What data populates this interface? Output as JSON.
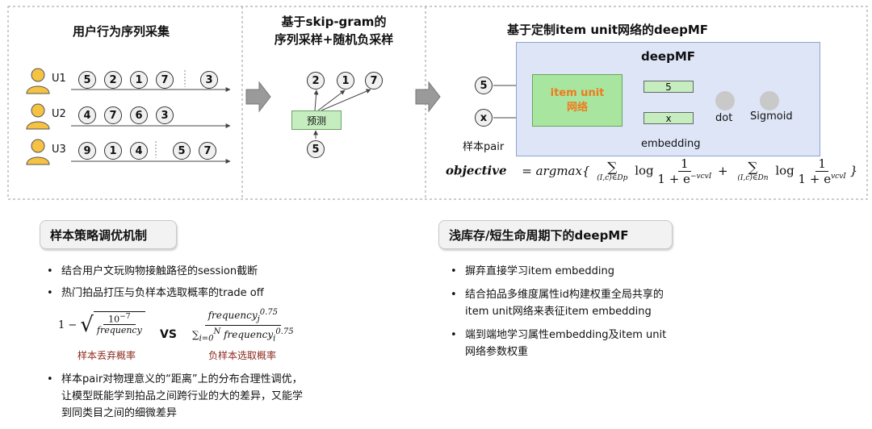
{
  "panels": {
    "collect_title": "用户行为序列采集",
    "skipgram_title_1": "基于skip-gram的",
    "skipgram_title_2": "序列采样+随机负采样",
    "deepmf_title": "基于定制item unit网络的deepMF"
  },
  "sequences": [
    {
      "user": "U1",
      "items": [
        "5",
        "2",
        "1",
        "7"
      ],
      "extra": [
        "3"
      ]
    },
    {
      "user": "U2",
      "items": [
        "4",
        "7",
        "6",
        "3"
      ],
      "extra": []
    },
    {
      "user": "U3",
      "items": [
        "9",
        "1",
        "4"
      ],
      "extra": [
        "5",
        "7"
      ]
    }
  ],
  "skipgram": {
    "context": [
      "2",
      "1",
      "7"
    ],
    "predict_label": "预测",
    "center": "5"
  },
  "deepmf": {
    "panel_label": "deepMF",
    "input_top": "5",
    "input_bottom": "x",
    "sample_label": "样本pair",
    "item_unit_line1": "item unit",
    "item_unit_line2": "网络",
    "emb_top": "5",
    "emb_bottom": "x",
    "embedding_label": "embedding",
    "dot_label": "dot",
    "sigmoid_label": "Sigmoid"
  },
  "formula": {
    "lhs": "objective",
    "argmax": "= argmax{",
    "sum1_sub": "(I,c)∈Dp",
    "sum2_sub": "(I,c)∈Dn",
    "log": "log",
    "one": "1",
    "den1": "1 + e",
    "den1_sup": "−vcvI",
    "den2": "1 + e",
    "den2_sup": "vcvI",
    "plus": "+",
    "close": "}"
  },
  "left_section": {
    "title": "样本策略调优机制",
    "bullet1": "结合用户文玩购物接触路径的session截断",
    "bullet2": "热门拍品打压与负样本选取概率的trade off",
    "drop_label": "样本丢弃概率",
    "vs": "VS",
    "neg_label": "负样本选取概率",
    "bullet3_line1": "样本pair对物理意义的“距离”上的分布合理性调优，",
    "bullet3_line2": "让模型既能学到拍品之间跨行业的大的差异，又能学",
    "bullet3_line3": "到同类目之间的细微差异"
  },
  "right_section": {
    "title": "浅库存/短生命周期下的deepMF",
    "bullet1": "摒弃直接学习item embedding",
    "bullet2_line1": "结合拍品多维度属性id构建权重全局共享的",
    "bullet2_line2": "item unit网络来表征item embedding",
    "bullet3_line1": "端到端地学习属性embedding及item unit",
    "bullet3_line2": "网络参数权重"
  },
  "colors": {
    "deepmf_panel": "#dde5f6",
    "item_unit": "#a8e6a0",
    "item_unit_text": "#f07a1a",
    "label_red": "#8b2a1e",
    "user_icon": "#f5c242"
  }
}
